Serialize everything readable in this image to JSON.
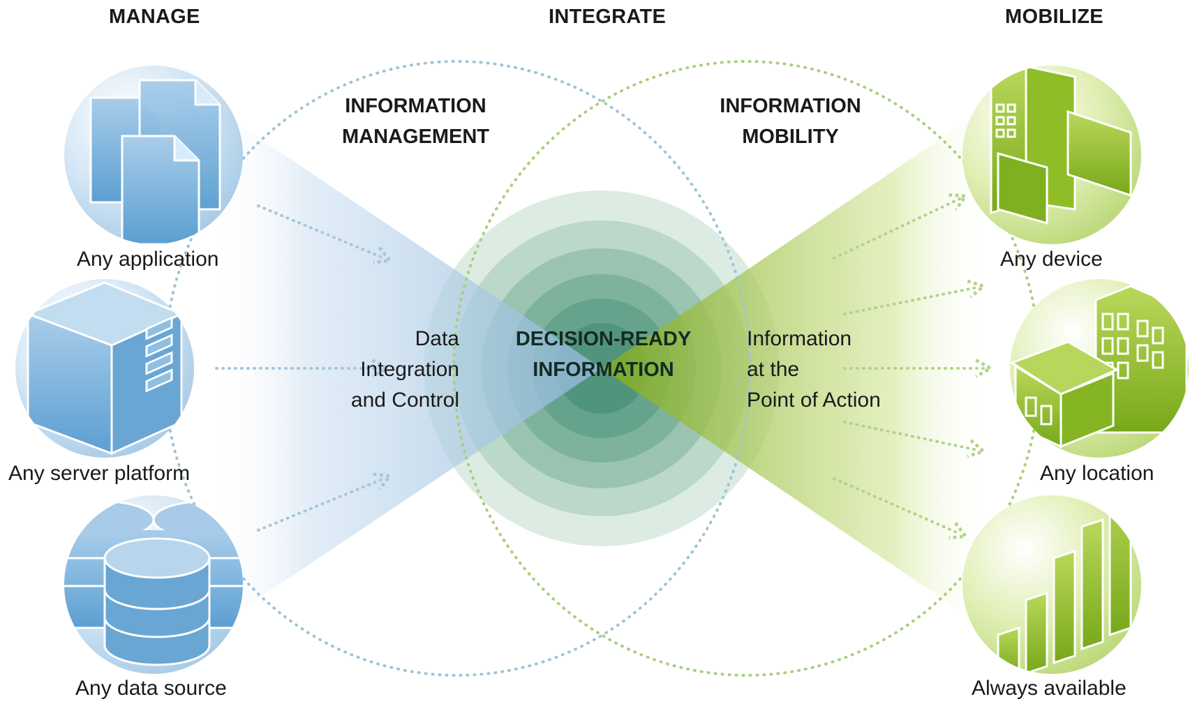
{
  "columns": {
    "manage": "MANAGE",
    "integrate": "INTEGRATE",
    "mobilize": "MOBILIZE"
  },
  "sections": {
    "information_management": [
      "INFORMATION",
      "MANAGEMENT"
    ],
    "information_mobility": [
      "INFORMATION",
      "MOBILITY"
    ]
  },
  "center": {
    "line1": "DECISION-READY",
    "line2": "INFORMATION"
  },
  "left_text": [
    "Data",
    "Integration",
    "and Control"
  ],
  "right_text": [
    "Information",
    "at the",
    "Point of Action"
  ],
  "sources": {
    "application": "Any application",
    "server": "Any server platform",
    "data_source": "Any data source"
  },
  "targets": {
    "device": "Any device",
    "location": "Any location",
    "available": "Always available"
  },
  "colors": {
    "blue": "#5b9fd1",
    "green": "#8dbb1f",
    "core": "#3f8a6e",
    "dots_blue": "#9fc0d4",
    "dots_green": "#a8cf7c"
  },
  "icons": {
    "application": "documents-icon",
    "server": "server-icon",
    "data_source": "database-icon",
    "device": "devices-icon",
    "location": "buildings-icon",
    "available": "bar-chart-icon"
  }
}
